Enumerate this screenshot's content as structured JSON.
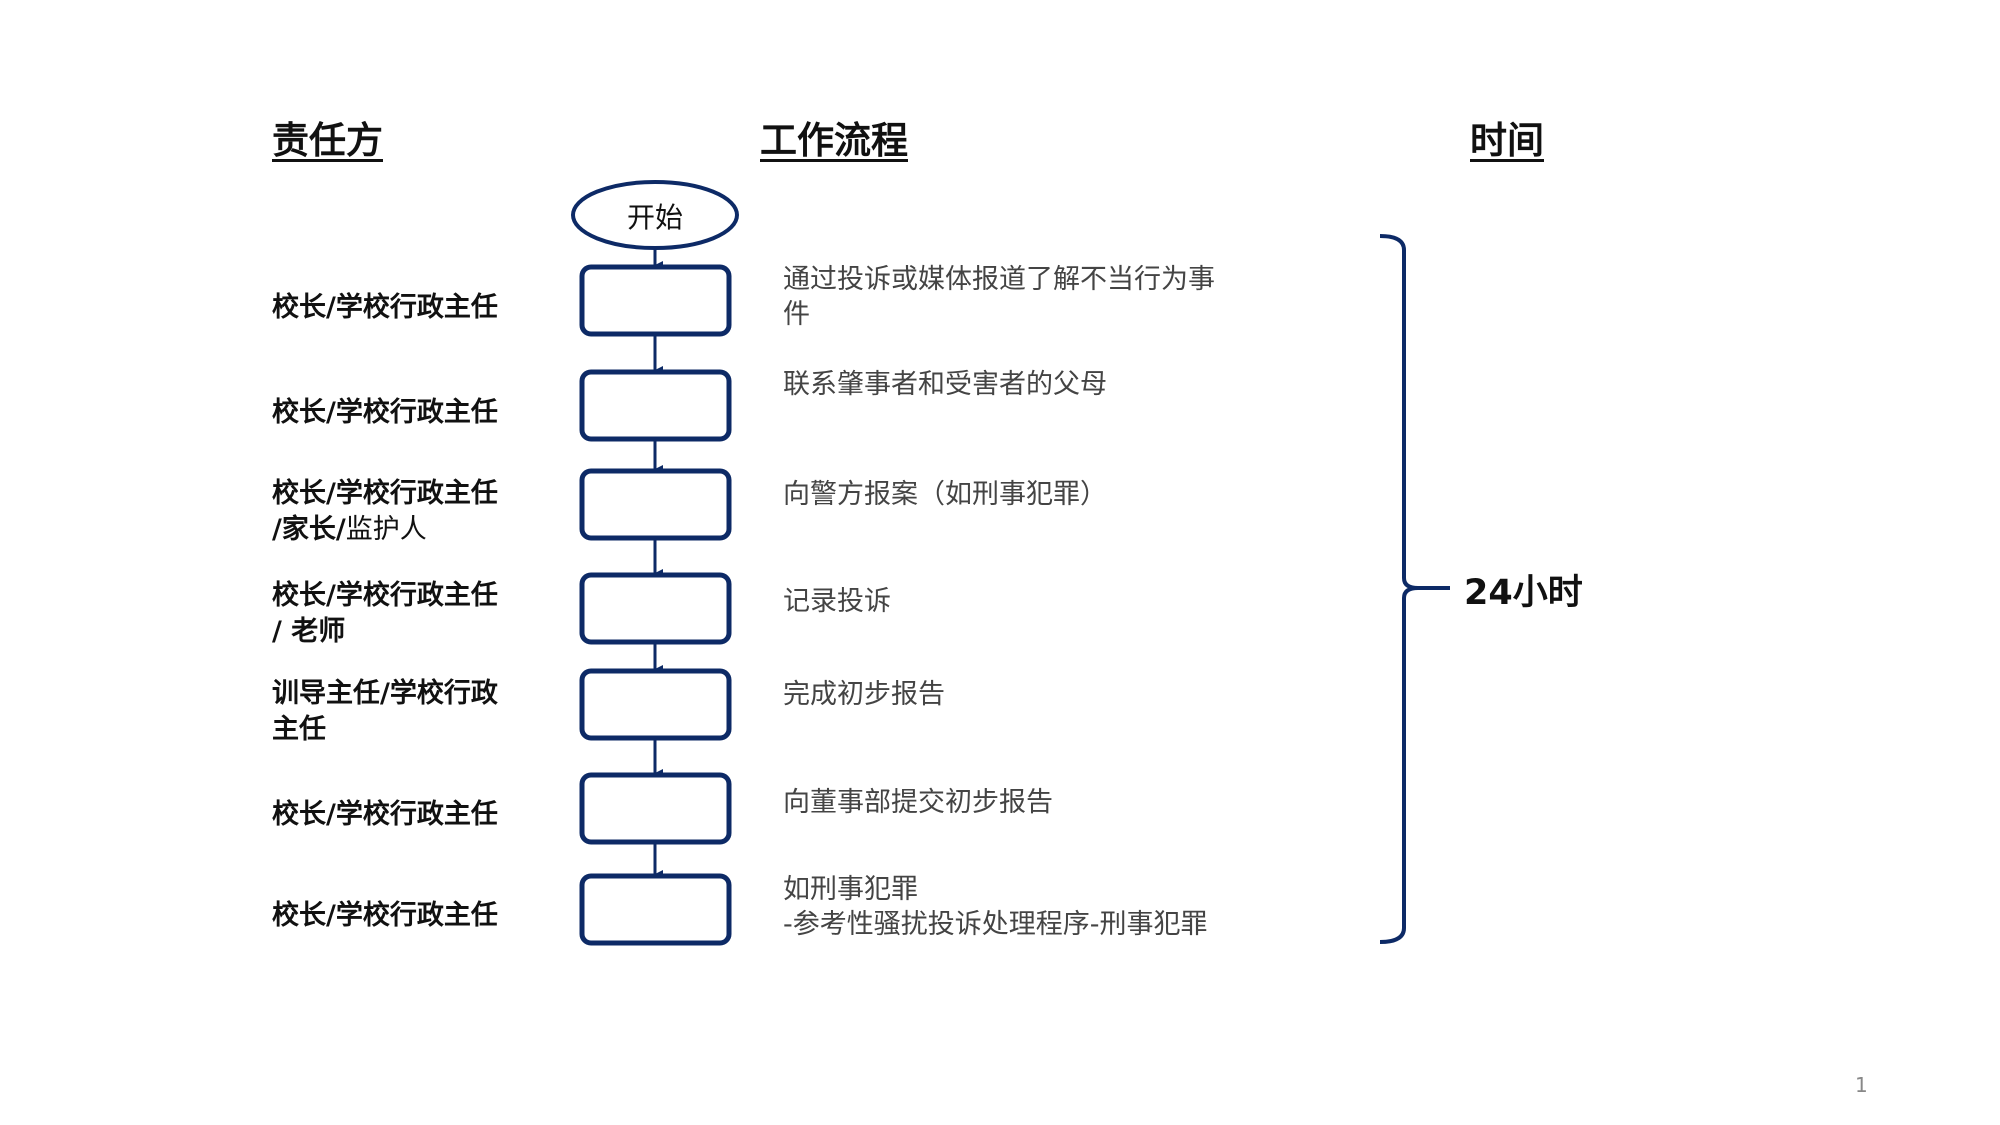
{
  "headers": {
    "responsible": "责任方",
    "workflow": "工作流程",
    "time": "时间"
  },
  "start_label": "开始",
  "steps": [
    {
      "who": "校长/学校行政主任",
      "who_extra": "",
      "desc": "通过投诉或媒体报道了解不当行为事件"
    },
    {
      "who": "校长/学校行政主任",
      "who_extra": "",
      "desc": "联系肇事者和受害者的父母"
    },
    {
      "who": "校长/学校行政主任 /家长/",
      "who_extra": "监护人",
      "desc": "向警方报案（如刑事犯罪）"
    },
    {
      "who": "校长/学校行政主任 / 老师",
      "who_extra": "",
      "desc": "记录投诉"
    },
    {
      "who": "训导主任/学校行政主任",
      "who_extra": "",
      "desc": "完成初步报告"
    },
    {
      "who": "校长/学校行政主任",
      "who_extra": "",
      "desc": "向董事部提交初步报告"
    },
    {
      "who": "校长/学校行政主任",
      "who_extra": "",
      "desc": "如刑事犯罪\n-参考性骚扰投诉处理程序-刑事犯罪"
    }
  ],
  "time_label": "24小时",
  "page_number": "1",
  "colors": {
    "shape": "#0d2a66",
    "text": "#111111",
    "desc": "#444444"
  }
}
